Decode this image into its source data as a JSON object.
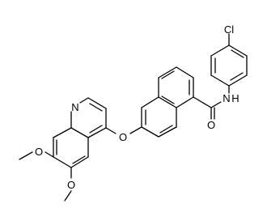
{
  "molecule": {
    "atoms": {
      "cl": "Cl",
      "amide_n": "N",
      "amide_h": "H",
      "carbonyl_o": "O",
      "ether_o": "O",
      "quinoline_n": "N",
      "methoxy_o_upper": "O",
      "methoxy_o_lower": "O"
    }
  }
}
